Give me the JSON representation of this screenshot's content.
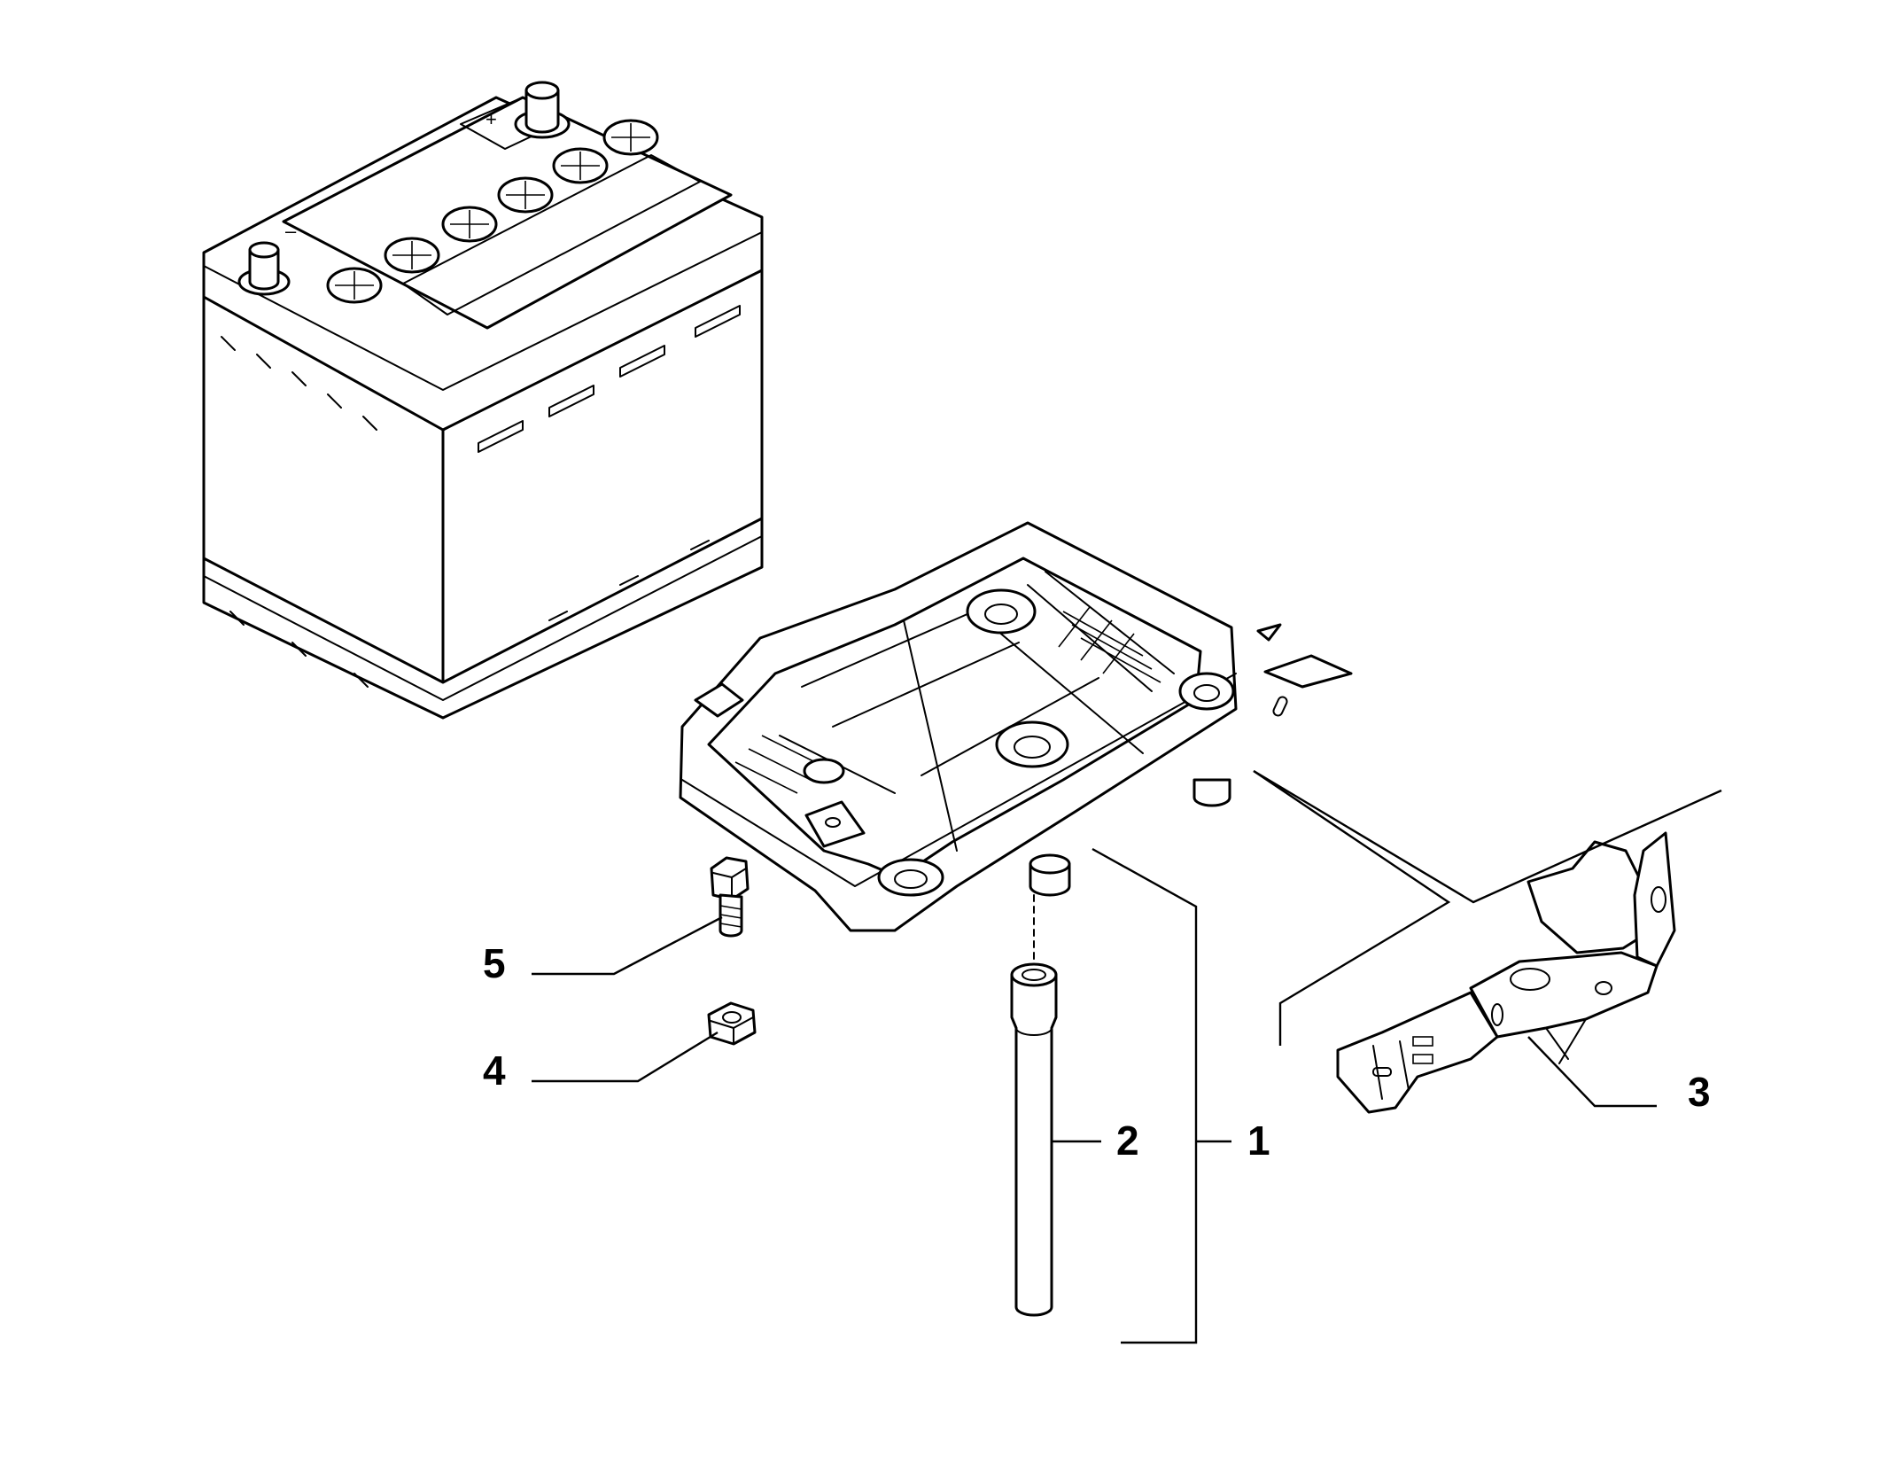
{
  "callouts": {
    "tray": "1",
    "rod": "2",
    "bracket": "3",
    "nut": "4",
    "bolt": "5"
  },
  "battery_marks": {
    "positive": "+",
    "negative": "–"
  }
}
